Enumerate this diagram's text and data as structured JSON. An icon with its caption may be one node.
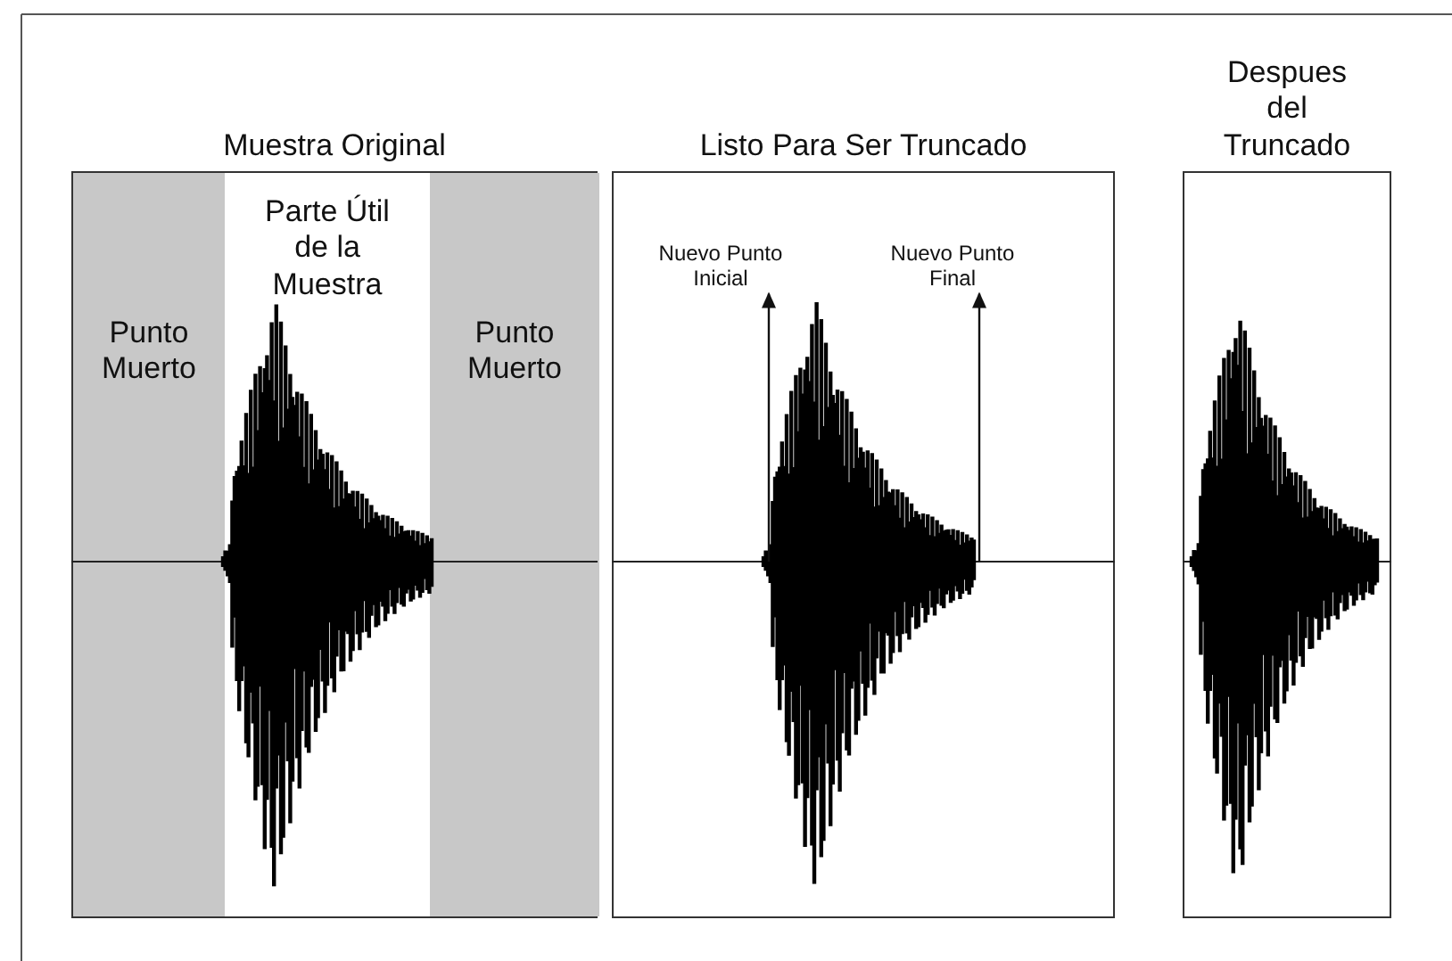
{
  "diagram": {
    "nodes": [
      {
        "text": [
          "Muestra Original"
        ]
      },
      {
        "text": [
          "Punto Muerto"
        ],
        "in": 0
      },
      {
        "text": [
          "Parte Útil de la Muestra"
        ],
        "in": 0
      },
      {
        "text": [
          "Punto Muerto"
        ],
        "in": 0
      },
      {
        "text": [
          "Listo Para Ser Truncado"
        ]
      },
      {
        "text": [
          "Nuevo Punto Inicial"
        ],
        "in": 4
      },
      {
        "text": [
          "Nuevo Punto Final"
        ],
        "in": 4
      },
      {
        "text": [
          "Despues del Truncado"
        ]
      }
    ],
    "edges": [
      {
        "from": null,
        "to": 5,
        "arrow": "to"
      },
      {
        "from": null,
        "to": 6,
        "arrow": "to"
      }
    ]
  }
}
